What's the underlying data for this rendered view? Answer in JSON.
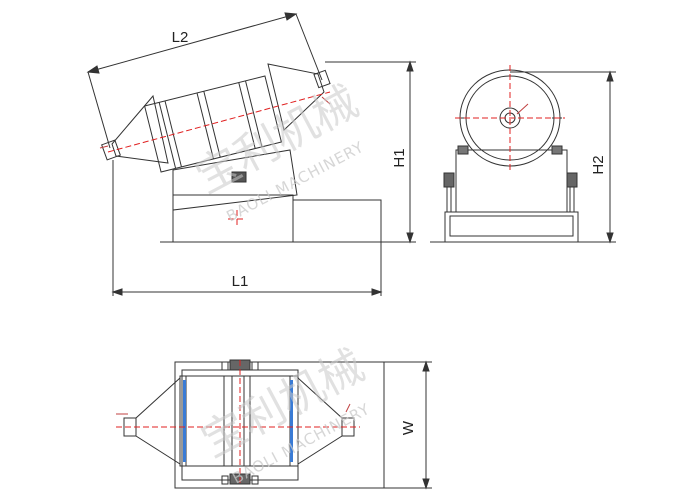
{
  "dimensions": {
    "L1": "L1",
    "L2": "L2",
    "H1": "H1",
    "H2": "H2",
    "W": "W"
  },
  "watermark": {
    "chinese": "宝利机械",
    "english": "BAOLI MACHINERY"
  },
  "colors": {
    "line": "#333333",
    "centerline": "#e02020",
    "accent": "#3a7bd5",
    "watermark": "#c9c9c9"
  }
}
